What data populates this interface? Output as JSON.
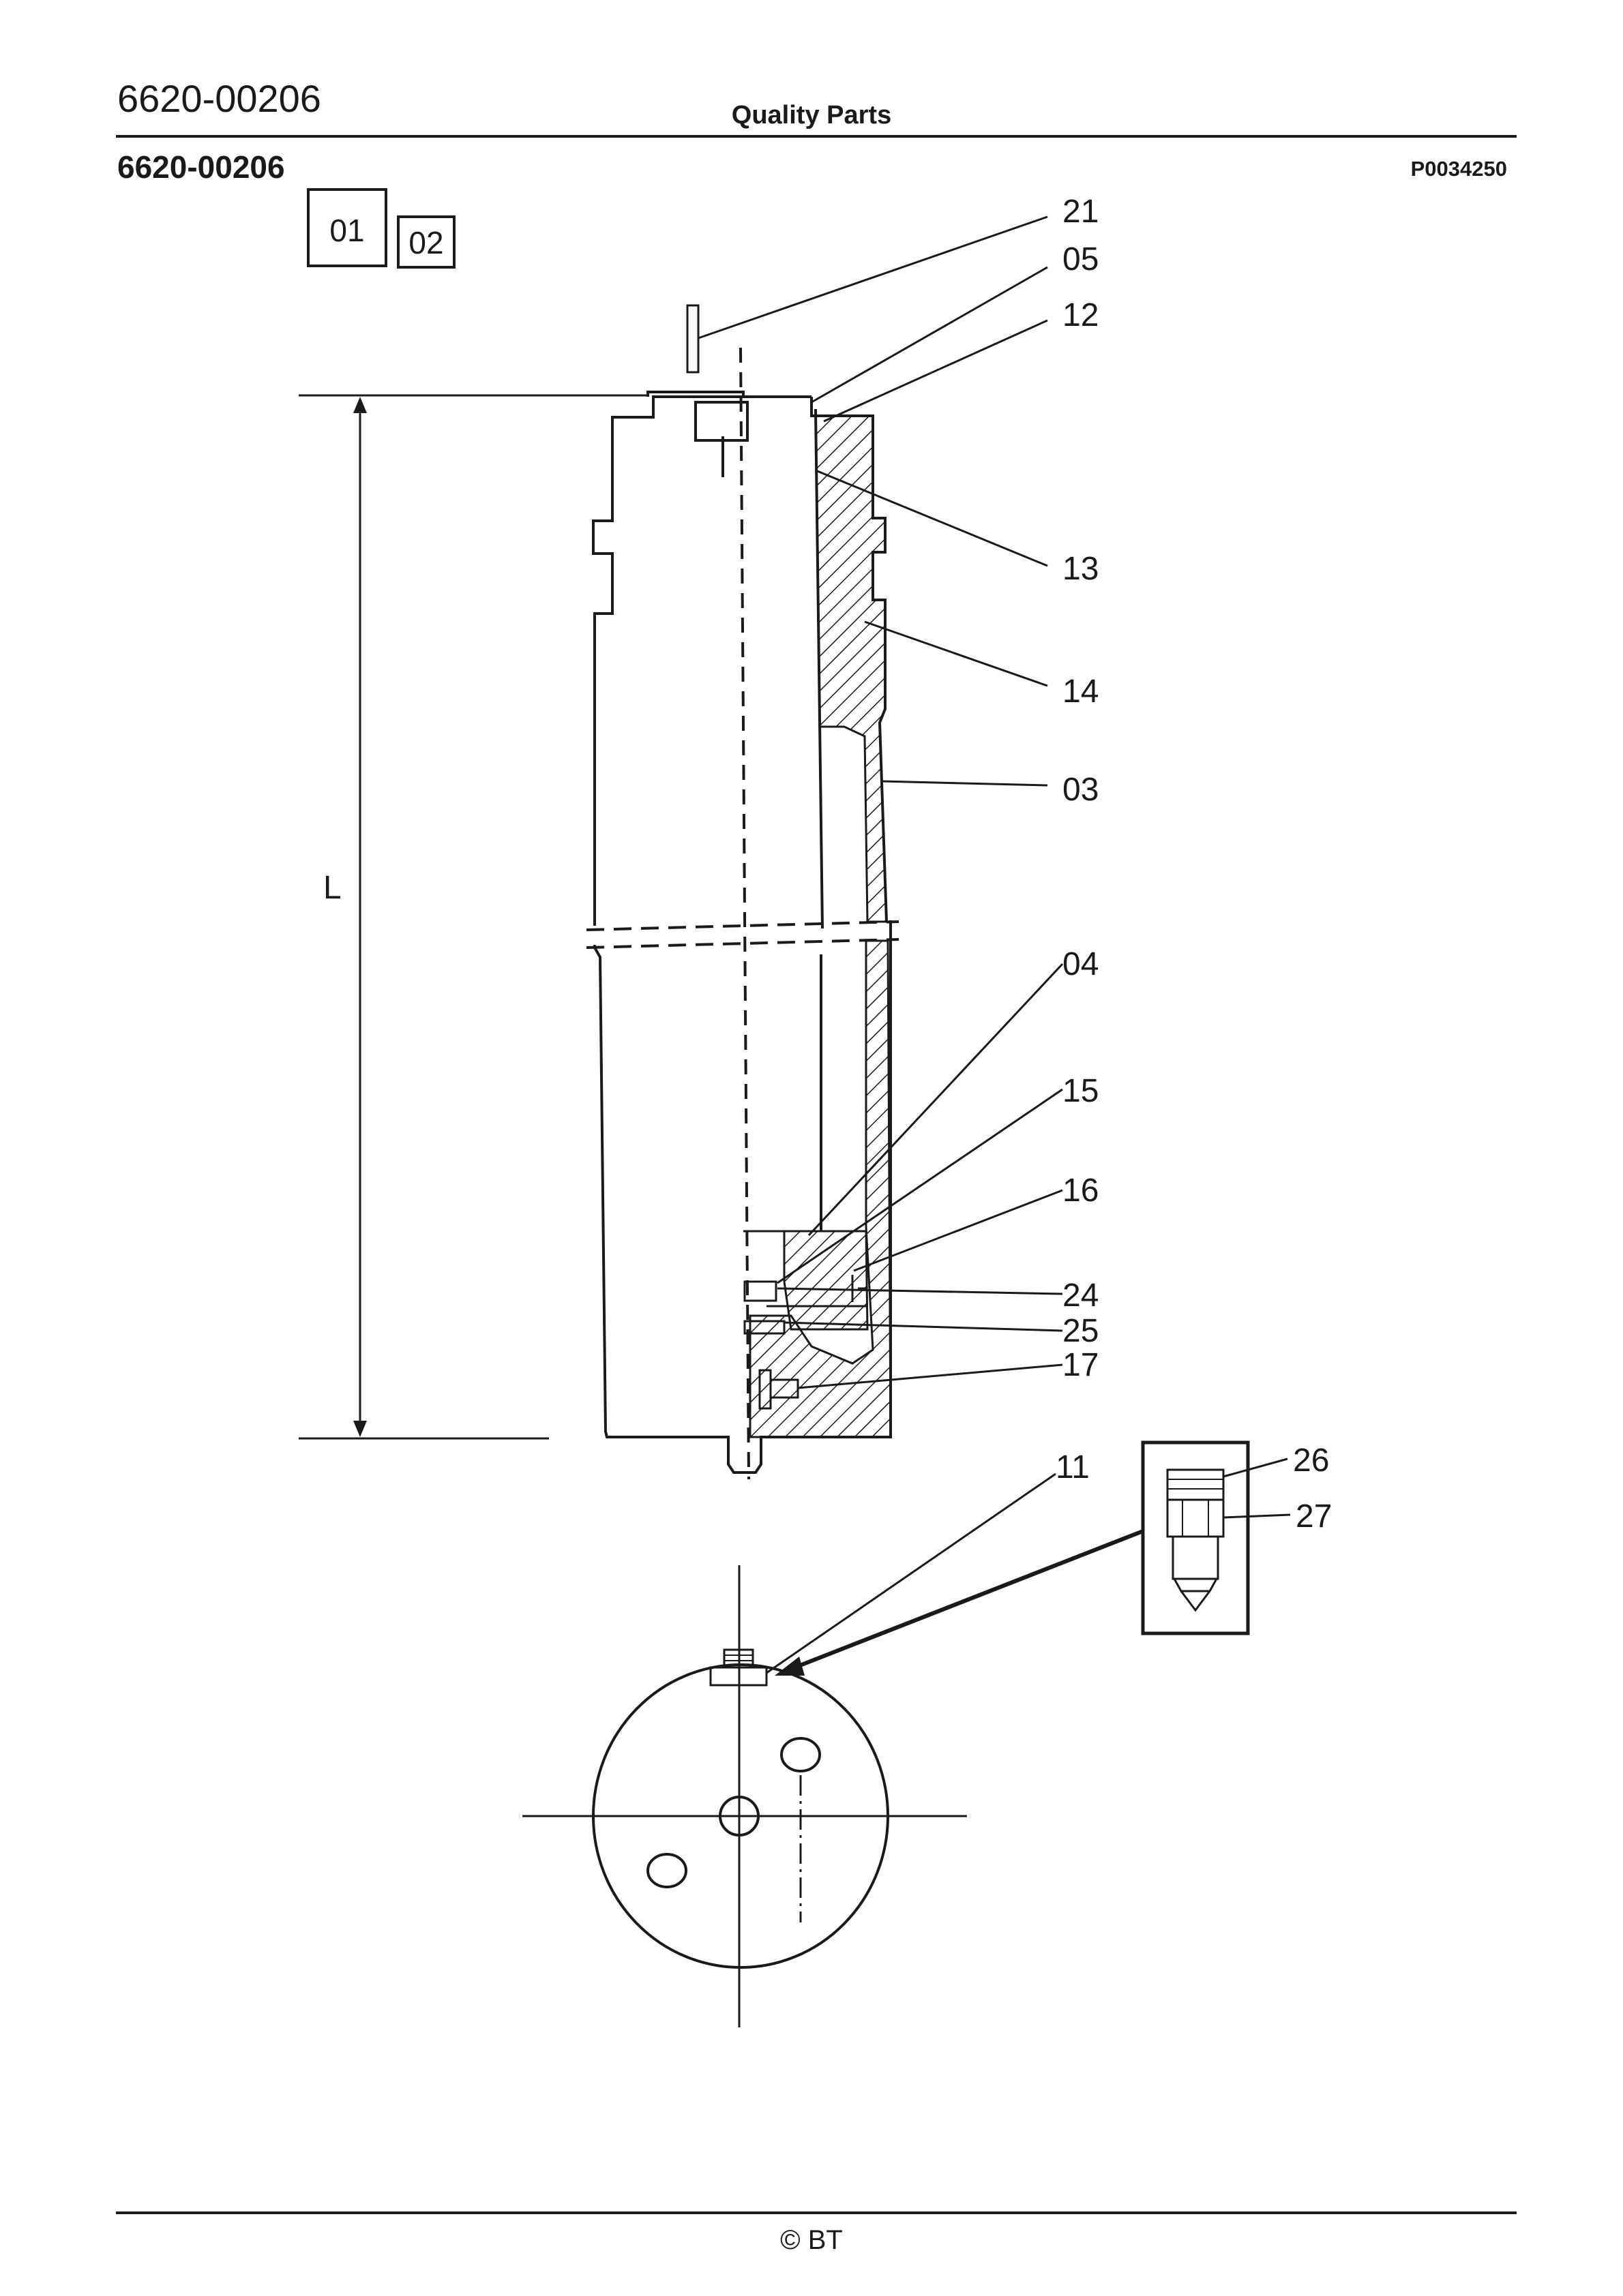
{
  "header": {
    "doc_number": "6620-00206",
    "title": "Quality Parts",
    "sub_number": "6620-00206",
    "drawing_ref": "P0034250"
  },
  "variants": [
    "01",
    "02"
  ],
  "dimension_label": "L",
  "callouts": [
    "21",
    "05",
    "12",
    "13",
    "14",
    "03",
    "04",
    "15",
    "16",
    "24",
    "25",
    "17",
    "11",
    "26",
    "27"
  ],
  "footer": {
    "copyright": "© BT"
  }
}
